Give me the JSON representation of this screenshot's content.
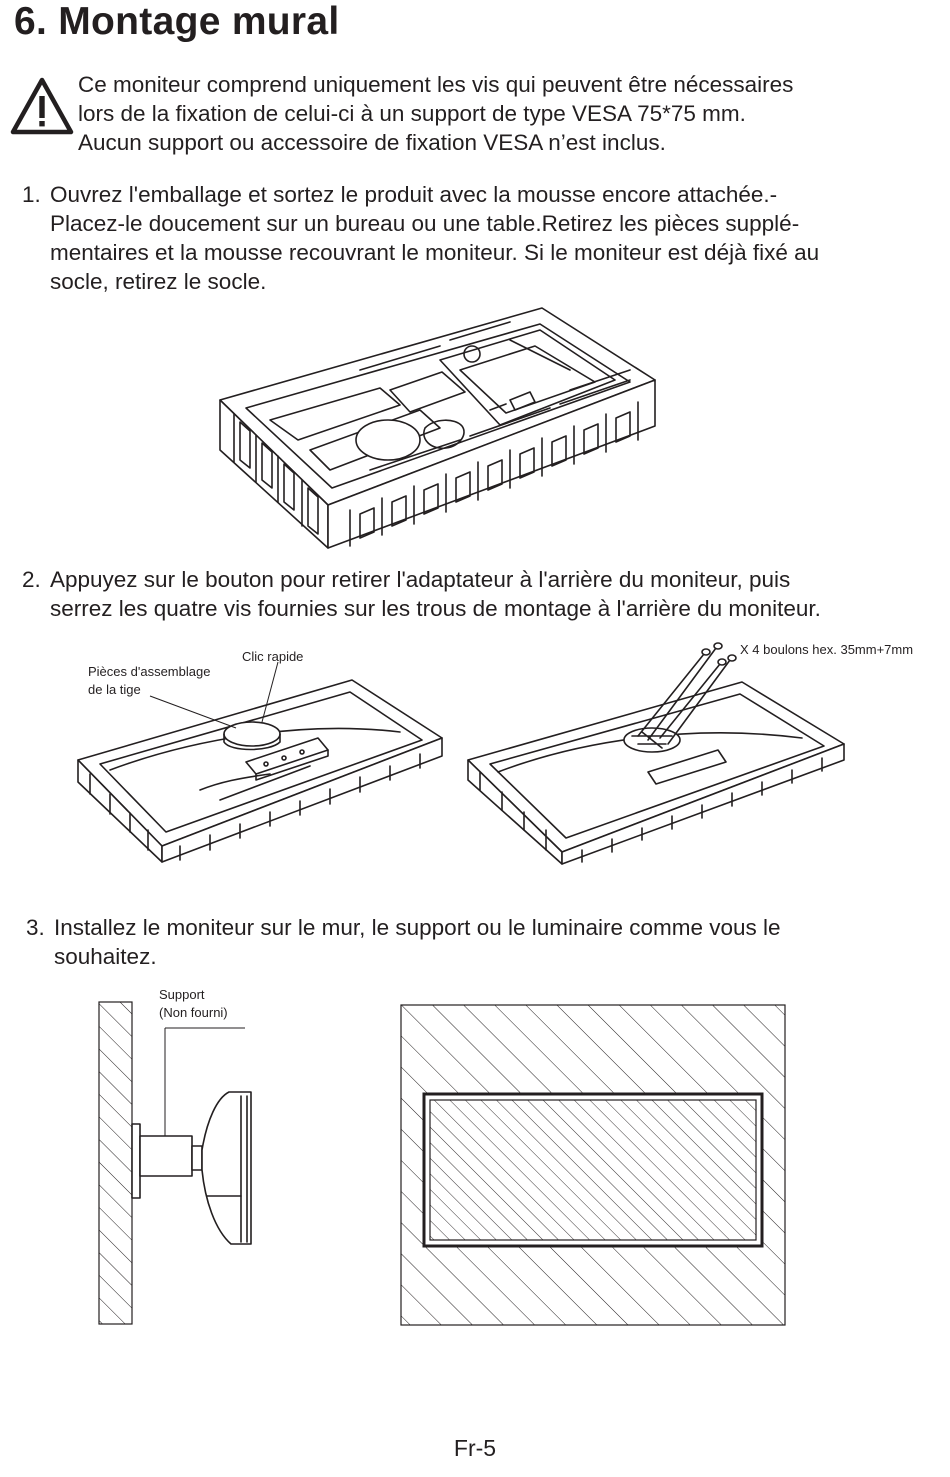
{
  "title": "6. Montage mural",
  "warning": {
    "icon": "warning-triangle-icon",
    "lines": [
      "Ce moniteur comprend uniquement les vis qui peuvent être nécessaires",
      "lors de la fixation de celui-ci à un support de type VESA 75*75 mm.",
      "Aucun support ou accessoire de fixation VESA n’est inclus."
    ]
  },
  "steps": [
    {
      "number": "1.",
      "lines": [
        "Ouvrez l'emballage et sortez le produit avec la mousse encore attachée.-",
        "Placez-le doucement sur un bureau ou une table.Retirez les pièces supplé-",
        "mentaires et la mousse recouvrant le moniteur. Si le moniteur est déjà fixé au",
        "socle, retirez le socle."
      ]
    },
    {
      "number": "2.",
      "lines": [
        "Appuyez sur le bouton pour retirer l'adaptateur à l'arrière du moniteur, puis",
        "serrez les quatre vis fournies sur les trous de montage à l'arrière du moniteur."
      ]
    },
    {
      "number": "3.",
      "lines": [
        "Installez le moniteur sur le mur, le support ou le luminaire comme vous le",
        "souhaitez."
      ]
    }
  ],
  "figure2": {
    "label_parts": [
      "Pièces d'assemblage",
      "de la tige"
    ],
    "label_quick": "Clic rapide",
    "label_screws": "X 4 boulons hex. 35mm+7mm"
  },
  "figure3": {
    "label_support": [
      "Support",
      "(Non fourni)"
    ]
  },
  "footer": "Fr-5"
}
